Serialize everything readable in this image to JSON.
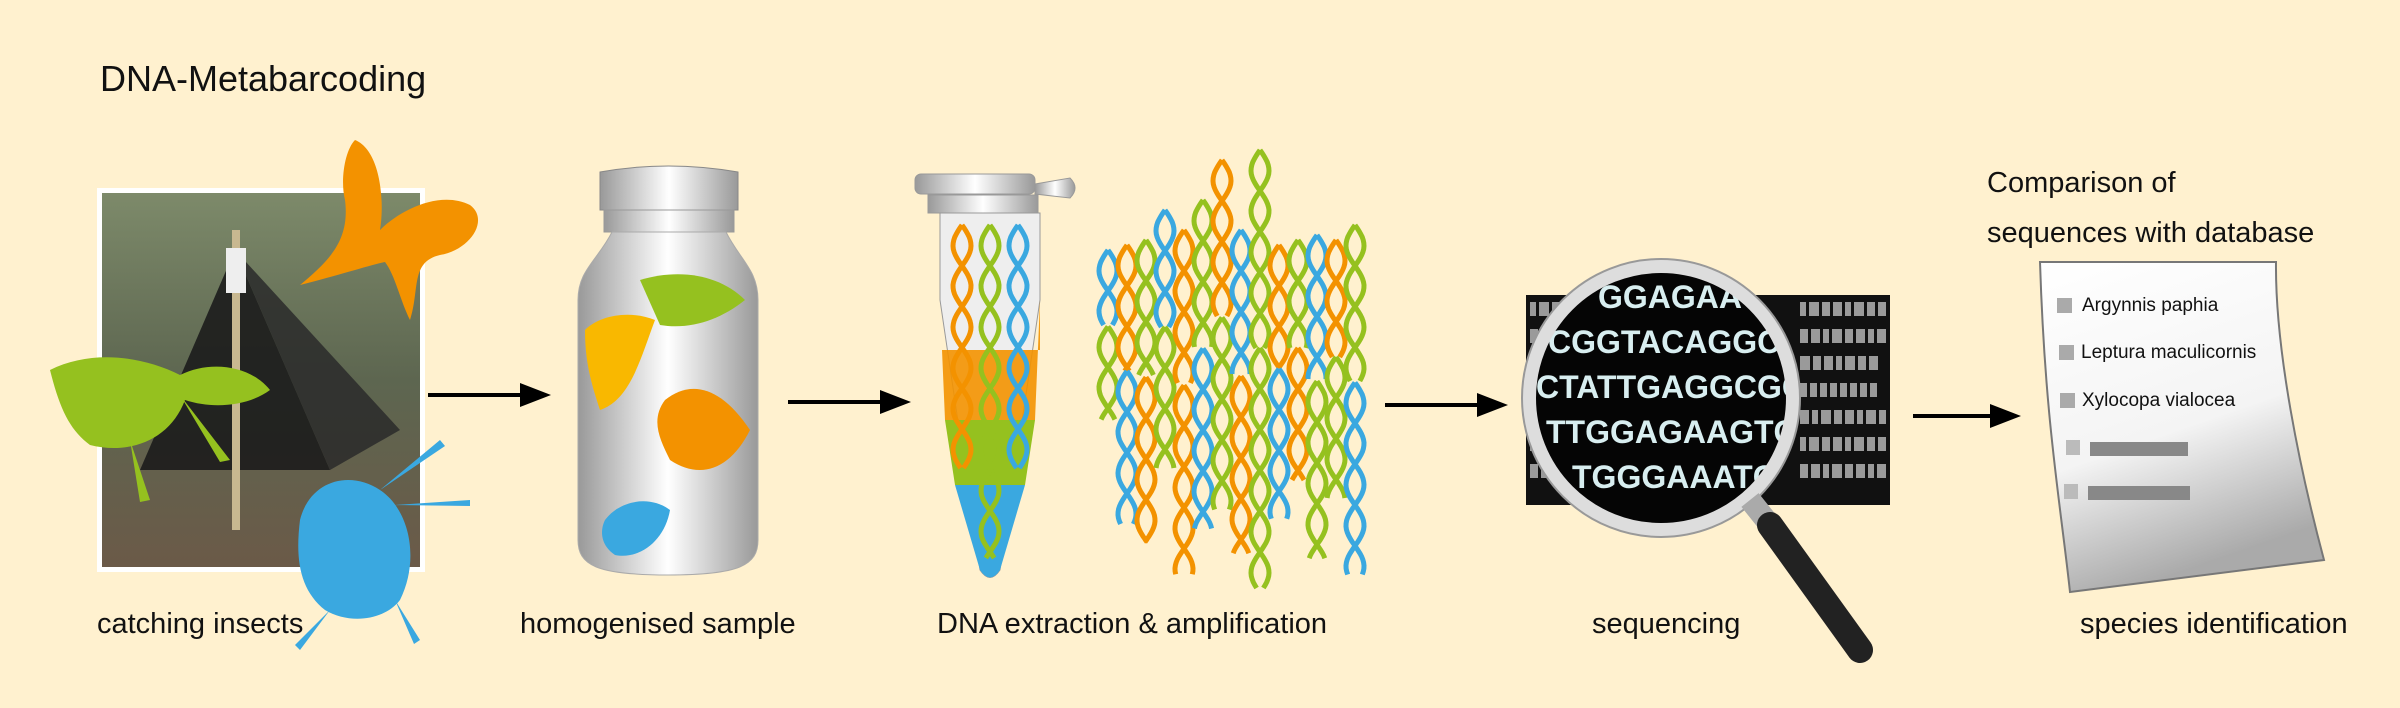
{
  "title": "DNA-Metabarcoding",
  "steps": [
    {
      "label": "catching insects"
    },
    {
      "label": "homogenised sample"
    },
    {
      "label": "DNA extraction & amplification"
    },
    {
      "label": "sequencing"
    },
    {
      "label": "species identification"
    }
  ],
  "comparison": {
    "line1": "Comparison of",
    "line2": "sequences with database"
  },
  "species": [
    "Argynnis paphia",
    "Leptura maculicornis",
    "Xylocopa vialocea"
  ],
  "sequence_rows": [
    "GGAGAAG",
    "CGGTACAGGCG",
    "CTATTGAGGCGG",
    "TTGGAGAAGTC",
    "TGGGAAATC"
  ],
  "colors": {
    "background": "#FFF1CF",
    "orange": "#F39200",
    "green": "#95C11F",
    "blue": "#3AA8E0",
    "yellow": "#F9B800"
  }
}
